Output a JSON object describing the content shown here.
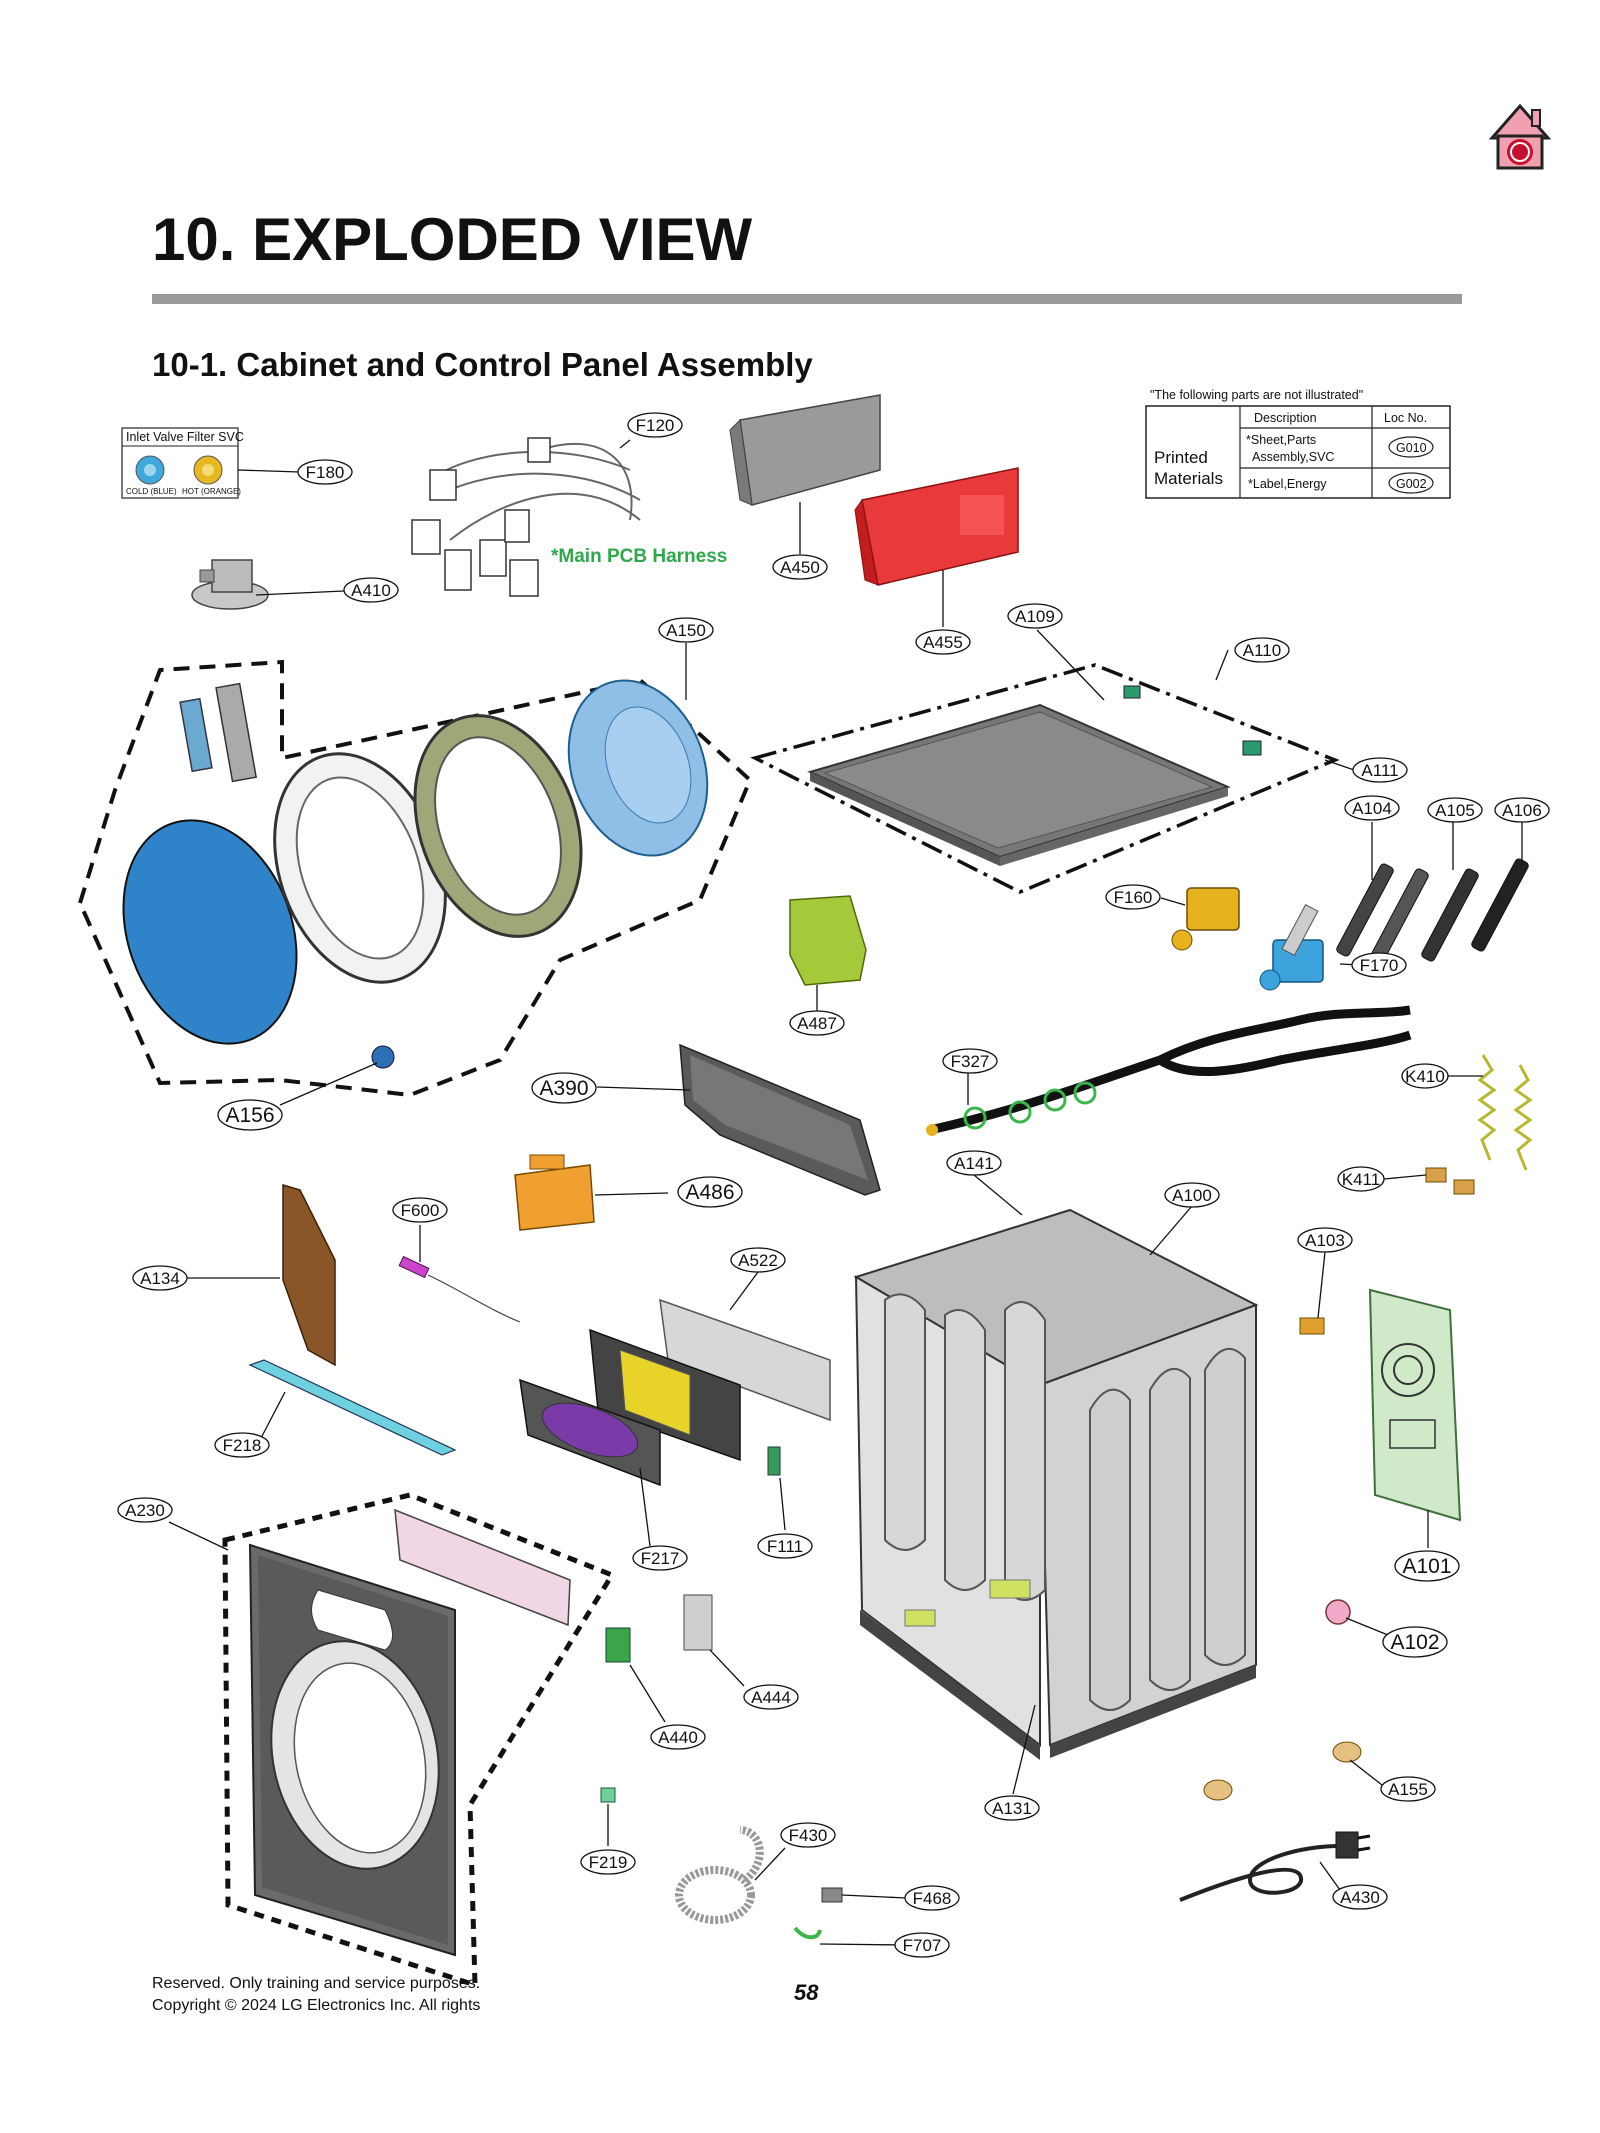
{
  "header": {
    "title": "10. EXPLODED VIEW",
    "section": "10-1. Cabinet and Control Panel Assembly",
    "logo_icon": "lg-home-icon"
  },
  "not_illustrated": {
    "caption": "\"The following parts are not illustrated\"",
    "group_label_1": "Printed",
    "group_label_2": "Materials",
    "col_description": "Description",
    "col_loc": "Loc No.",
    "rows": [
      {
        "desc_1": "*Sheet,Parts",
        "desc_2": "Assembly,SVC",
        "loc": "G010"
      },
      {
        "desc_1": "*Label,Energy",
        "desc_2": "",
        "loc": "G002"
      }
    ]
  },
  "inlet_filter": {
    "title": "Inlet Valve Filter SVC",
    "cold": "COLD (BLUE)",
    "hot": "HOT (ORANGE)",
    "cold_color": "#3fa9dc",
    "hot_color": "#e8b820"
  },
  "harness_label": "*Main PCB Harness",
  "parts": {
    "F180": "F180",
    "F120": "F120",
    "A410": "A410",
    "A450": "A450",
    "A455": "A455",
    "A150": "A150",
    "A109": "A109",
    "A110": "A110",
    "A111": "A111",
    "A104": "A104",
    "A105": "A105",
    "A106": "A106",
    "F160": "F160",
    "F170": "F170",
    "A487": "A487",
    "A156": "A156",
    "A390": "A390",
    "F327": "F327",
    "K410": "K410",
    "A141": "A141",
    "A486": "A486",
    "K411": "K411",
    "F600": "F600",
    "A100": "A100",
    "A134": "A134",
    "A522": "A522",
    "A103": "A103",
    "F218": "F218",
    "F217": "F217",
    "F111": "F111",
    "A230": "A230",
    "A101": "A101",
    "A102": "A102",
    "A444": "A444",
    "A440": "A440",
    "A131": "A131",
    "A155": "A155",
    "F430": "F430",
    "F219": "F219",
    "F468": "F468",
    "F707": "F707",
    "A430": "A430"
  },
  "footer": {
    "reserved": "Reserved. Only training and service purposes.",
    "copyright": "Copyright © 2024 LG Electronics Inc. All rights",
    "page": "58"
  }
}
